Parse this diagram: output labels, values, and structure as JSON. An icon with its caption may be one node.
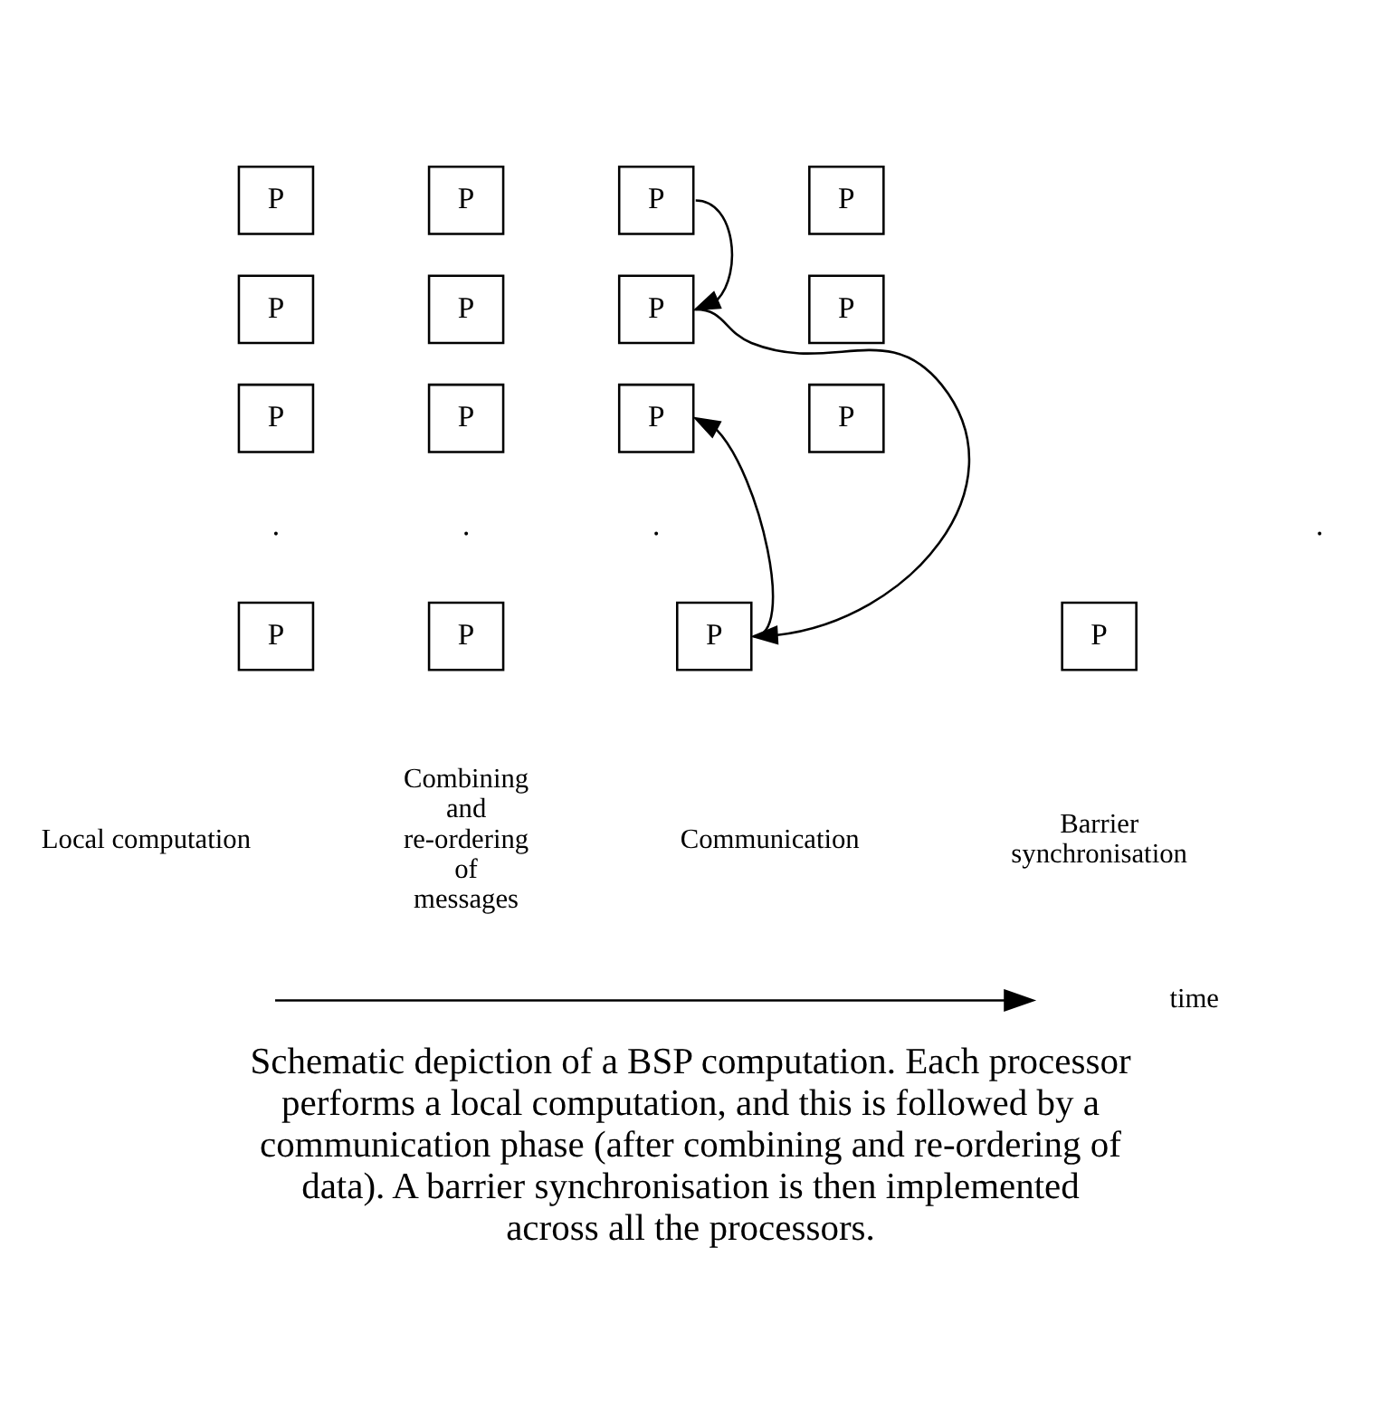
{
  "diagram": {
    "caption": "Schematic depiction of a BSP computation. Each processor performs a local computation, and this is followed by a communication phase (after combining and re-ordering of data). A barrier synchronisation is then implemented across all the processors.",
    "nodes": [
      {
        "text": [
          "P"
        ]
      },
      {
        "text": [
          "P"
        ]
      },
      {
        "text": [
          "P"
        ]
      },
      {
        "text": [
          "P"
        ]
      },
      {
        "text": [
          "P"
        ]
      },
      {
        "text": [
          "P"
        ]
      },
      {
        "text": [
          "P"
        ]
      },
      {
        "text": [
          "P"
        ]
      },
      {
        "text": [
          "P"
        ]
      },
      {
        "text": [
          "P"
        ]
      },
      {
        "text": [
          "P"
        ]
      },
      {
        "text": [
          "P"
        ]
      },
      {
        "text": [
          "P"
        ]
      },
      {
        "text": [
          "P"
        ]
      },
      {
        "text": [
          "P"
        ]
      },
      {
        "text": [
          "P"
        ]
      }
    ],
    "edges": [
      {
        "from": 2,
        "to": 6,
        "arrow": "to"
      },
      {
        "from": 6,
        "to": 14,
        "arrow": "to"
      },
      {
        "from": 14,
        "to": 10,
        "arrow": "to"
      }
    ],
    "labels": [
      ".",
      ".",
      ".",
      ".",
      "Local computation",
      "Combining and re-ordering of messages",
      "Communication",
      "Barrier synchronisation",
      "time"
    ]
  }
}
